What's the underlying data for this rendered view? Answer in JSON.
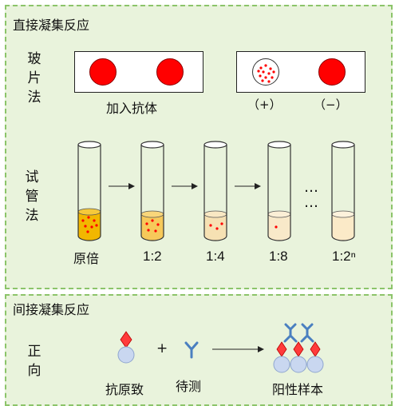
{
  "direct": {
    "title": "直接凝集反应",
    "slide_label": "玻\n片\n法",
    "add_antibody": "加入抗体",
    "positive": "（+）",
    "negative": "（−）",
    "tube_label": "试\n管\n法",
    "ellipsis": "…",
    "dilutions": [
      "原倍",
      "1:2",
      "1:4",
      "1:8",
      "1:2ⁿ"
    ]
  },
  "indirect": {
    "title": "间接凝集反应",
    "forward_label": "正\n向",
    "plus": "+",
    "antigen_carrier": "抗原致",
    "antibody_test": "待测",
    "positive_sample": "阳性样本"
  },
  "colors": {
    "panel_bg": "#e9f3dc",
    "panel_border": "#8cc46a",
    "red": "#ff0000",
    "gold": "#f2b700",
    "pale": "#fbeac8",
    "antibody": "#4a7fc0",
    "bead": "#c9d7f0"
  }
}
